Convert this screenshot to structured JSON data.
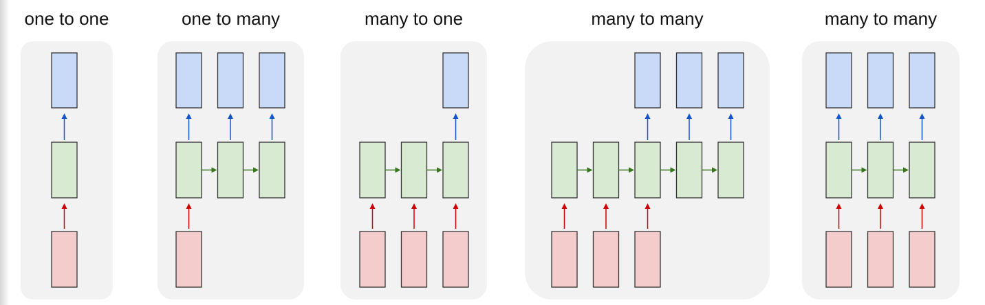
{
  "panels": [
    {
      "title": "one to one",
      "output_cells": [
        true
      ],
      "input_cells": [
        true
      ],
      "recurrent_cells": 1
    },
    {
      "title": "one to many",
      "output_cells": [
        true,
        true,
        true
      ],
      "input_cells": [
        true,
        false,
        false
      ],
      "recurrent_cells": 3
    },
    {
      "title": "many to one",
      "output_cells": [
        false,
        false,
        true
      ],
      "input_cells": [
        true,
        true,
        true
      ],
      "recurrent_cells": 3
    },
    {
      "title": "many to many",
      "output_cells": [
        false,
        false,
        true,
        true,
        true
      ],
      "input_cells": [
        true,
        true,
        true,
        false,
        false
      ],
      "recurrent_cells": 5
    },
    {
      "title": "many to many",
      "output_cells": [
        true,
        true,
        true
      ],
      "input_cells": [
        true,
        true,
        true
      ],
      "recurrent_cells": 3
    }
  ],
  "colors": {
    "output_fill": "#c9daf8",
    "hidden_fill": "#d9ead3",
    "input_fill": "#f4cccc",
    "output_arrow": "#1155cc",
    "hidden_arrow": "#38761d",
    "input_arrow": "#cc0000",
    "panel_background": "#f2f2f2",
    "cell_border": "#333333"
  }
}
